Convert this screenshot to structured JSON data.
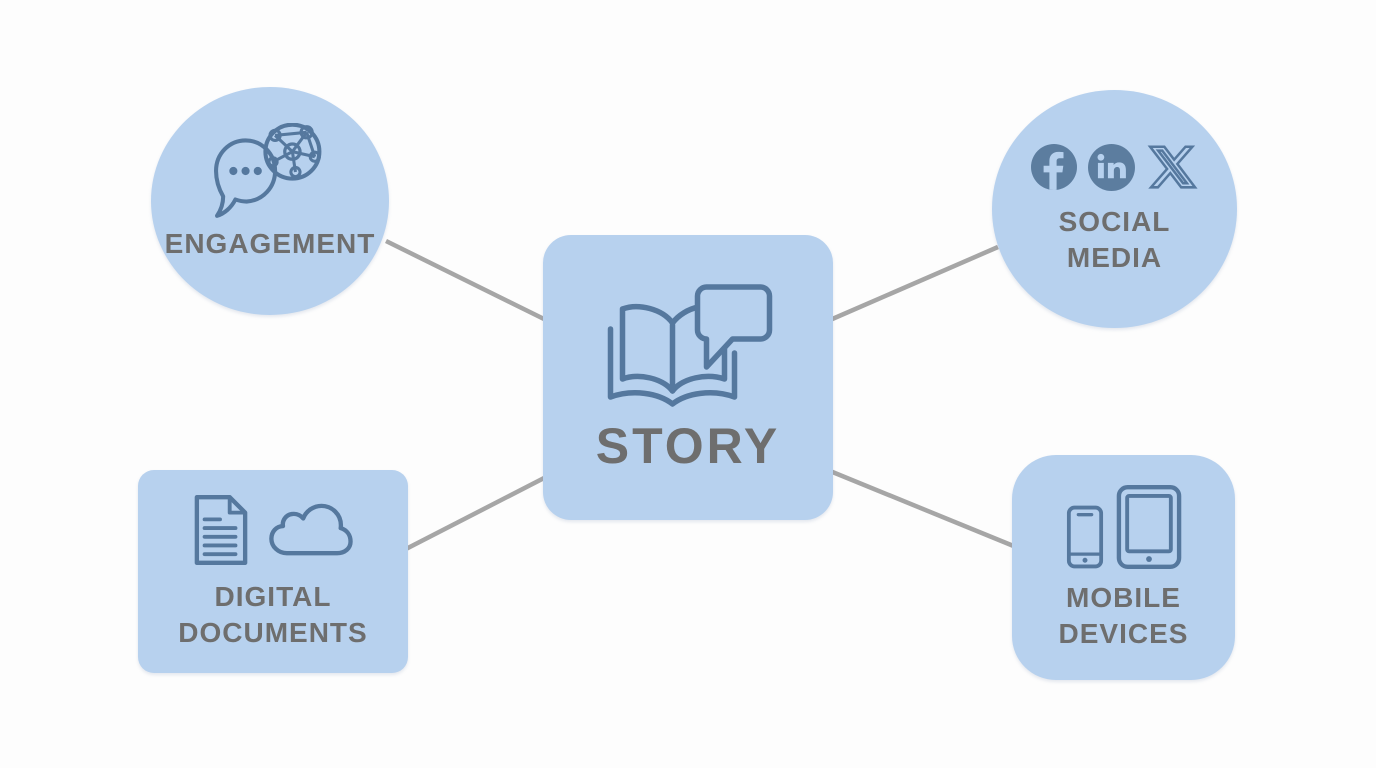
{
  "diagram": {
    "title": "STORY",
    "colors": {
      "background": "#fdfdfd",
      "node_fill": "#b7d1ee",
      "icon_stroke": "#55789e",
      "social_badge_fill": "#5c7d9f",
      "label_text": "#6e6e6e",
      "connector": "#a6a6a6"
    },
    "center": {
      "id": "story",
      "label": "STORY",
      "shape": "rounded-square",
      "icons": [
        "open-book-icon",
        "speech-bubble-icon"
      ]
    },
    "nodes": [
      {
        "id": "engagement",
        "label": "ENGAGEMENT",
        "shape": "circle",
        "icons": [
          "speech-bubble-dots-icon",
          "network-icon"
        ]
      },
      {
        "id": "social-media",
        "label": "SOCIAL MEDIA",
        "line1": "SOCIAL",
        "line2": "MEDIA",
        "shape": "circle",
        "icons": [
          "facebook-icon",
          "linkedin-icon",
          "x-icon"
        ]
      },
      {
        "id": "digital-documents",
        "label": "DIGITAL DOCUMENTS",
        "line1": "DIGITAL",
        "line2": "DOCUMENTS",
        "shape": "rounded-rectangle",
        "icons": [
          "document-icon",
          "cloud-icon"
        ]
      },
      {
        "id": "mobile-devices",
        "label": "MOBILE DEVICES",
        "line1": "MOBILE",
        "line2": "DEVICES",
        "shape": "rounded-square",
        "icons": [
          "smartphone-icon",
          "tablet-icon"
        ]
      }
    ],
    "connectors": [
      {
        "from": "engagement",
        "to": "story"
      },
      {
        "from": "social-media",
        "to": "story"
      },
      {
        "from": "digital-documents",
        "to": "story"
      },
      {
        "from": "mobile-devices",
        "to": "story"
      }
    ]
  }
}
